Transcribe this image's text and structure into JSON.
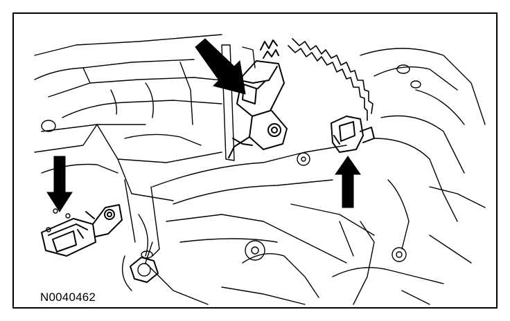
{
  "figure": {
    "id_label": "N0040462",
    "background": "#ffffff",
    "line_color": "#000000"
  },
  "callouts": [
    {
      "name": "arrow-camshaft-sensor",
      "direction": "down-right"
    },
    {
      "name": "arrow-sensor-lower-left",
      "direction": "down"
    },
    {
      "name": "arrow-connector-right",
      "direction": "up"
    }
  ]
}
